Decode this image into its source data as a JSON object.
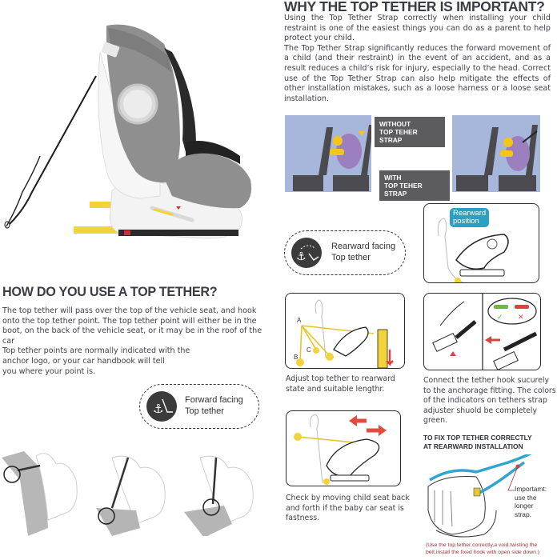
{
  "why_section": {
    "title": "WHY THE TOP TETHER IS IMPORTANT?",
    "paragraph_1": "Using the Top Tether Strap correctly when installing your child restraint is one of the easiest things you can do as a parent to help protect your child.",
    "paragraph_2": "The Top Tether Strap significantly reduces the forward movement of a child (and their restraint) in the event of an accident, and as a result reduces a child’s risk for injury, especially to the head. Correct use of the Top Tether Strap can also help mitigate the effects of other installation mistakes, such as a loose harness or a loose seat installation.",
    "comparison": {
      "without_label_line1": "WITHOUT",
      "without_label_line2": "TOP TEHER STRAP",
      "with_label_line1": "WITH",
      "with_label_line2": "TOP TEHER STRAP",
      "panel_color": "#a7b6db",
      "child_color": "#f5c518",
      "seat_color": "#9b7fbf"
    }
  },
  "product_image": {
    "description": "car-seat-side-view-with-tether",
    "fabric_color": "#8f8f90",
    "shell_color": "#f4f4f4",
    "isofix_color": "#f2d43a"
  },
  "how_section": {
    "title": "HOW DO YOU USE A TOP TETHER?",
    "paragraph_1": "The top tether will pass over the top of the vehicle seat, and hook onto the top tether point. The top tether point will either be in the boot, on the back of the vehicle seat, or it may be in the roof of the car",
    "paragraph_2_line1": "Top tether points are normally indicated with the",
    "paragraph_2_line2": "anchor logo, or your car handbook will tell",
    "paragraph_2_line3": "you where your point is.",
    "forward_badge": {
      "line1": "Forward facing",
      "line2": "Top tether",
      "icon": "anchor-seat-icon"
    },
    "diagrams": [
      "tether-to-boot",
      "tether-to-seat-back-floor",
      "tether-to-seat-base"
    ]
  },
  "rearward": {
    "badge": {
      "line1": "Rearward facing",
      "line2": "Top tether",
      "icon": "anchor-seat-icon"
    },
    "position_label_line1": "Rearward",
    "position_label_line2": "position",
    "accent_color": "#2aa0c2",
    "steps": [
      {
        "caption": "Adjust top tether to rearward state and suitable lengthr.",
        "labels": [
          "A",
          "B",
          "C"
        ]
      },
      {
        "caption": "Connect the tether hook sucurely to the anchorage fitting. The colors of the indicators on tethers strap adjuster shuold be completely green.",
        "ok_color": "#6bb843",
        "bad_color": "#d9443f"
      },
      {
        "caption": "Check by moving child seat back and forth if the baby car seat is fastness."
      }
    ],
    "fix_title_line1": "TO FIX TOP TETHER CORRECTLY",
    "fix_title_line2": "AT REARWARD INSTALLATION",
    "important_line1": "Importamt:",
    "important_line2": "use the longer",
    "important_line3": "strap.",
    "note_line1": "(Use the top tether correctly,a void twisting the",
    "note_line2": "belt,install the fixed hook with open side down.)"
  }
}
